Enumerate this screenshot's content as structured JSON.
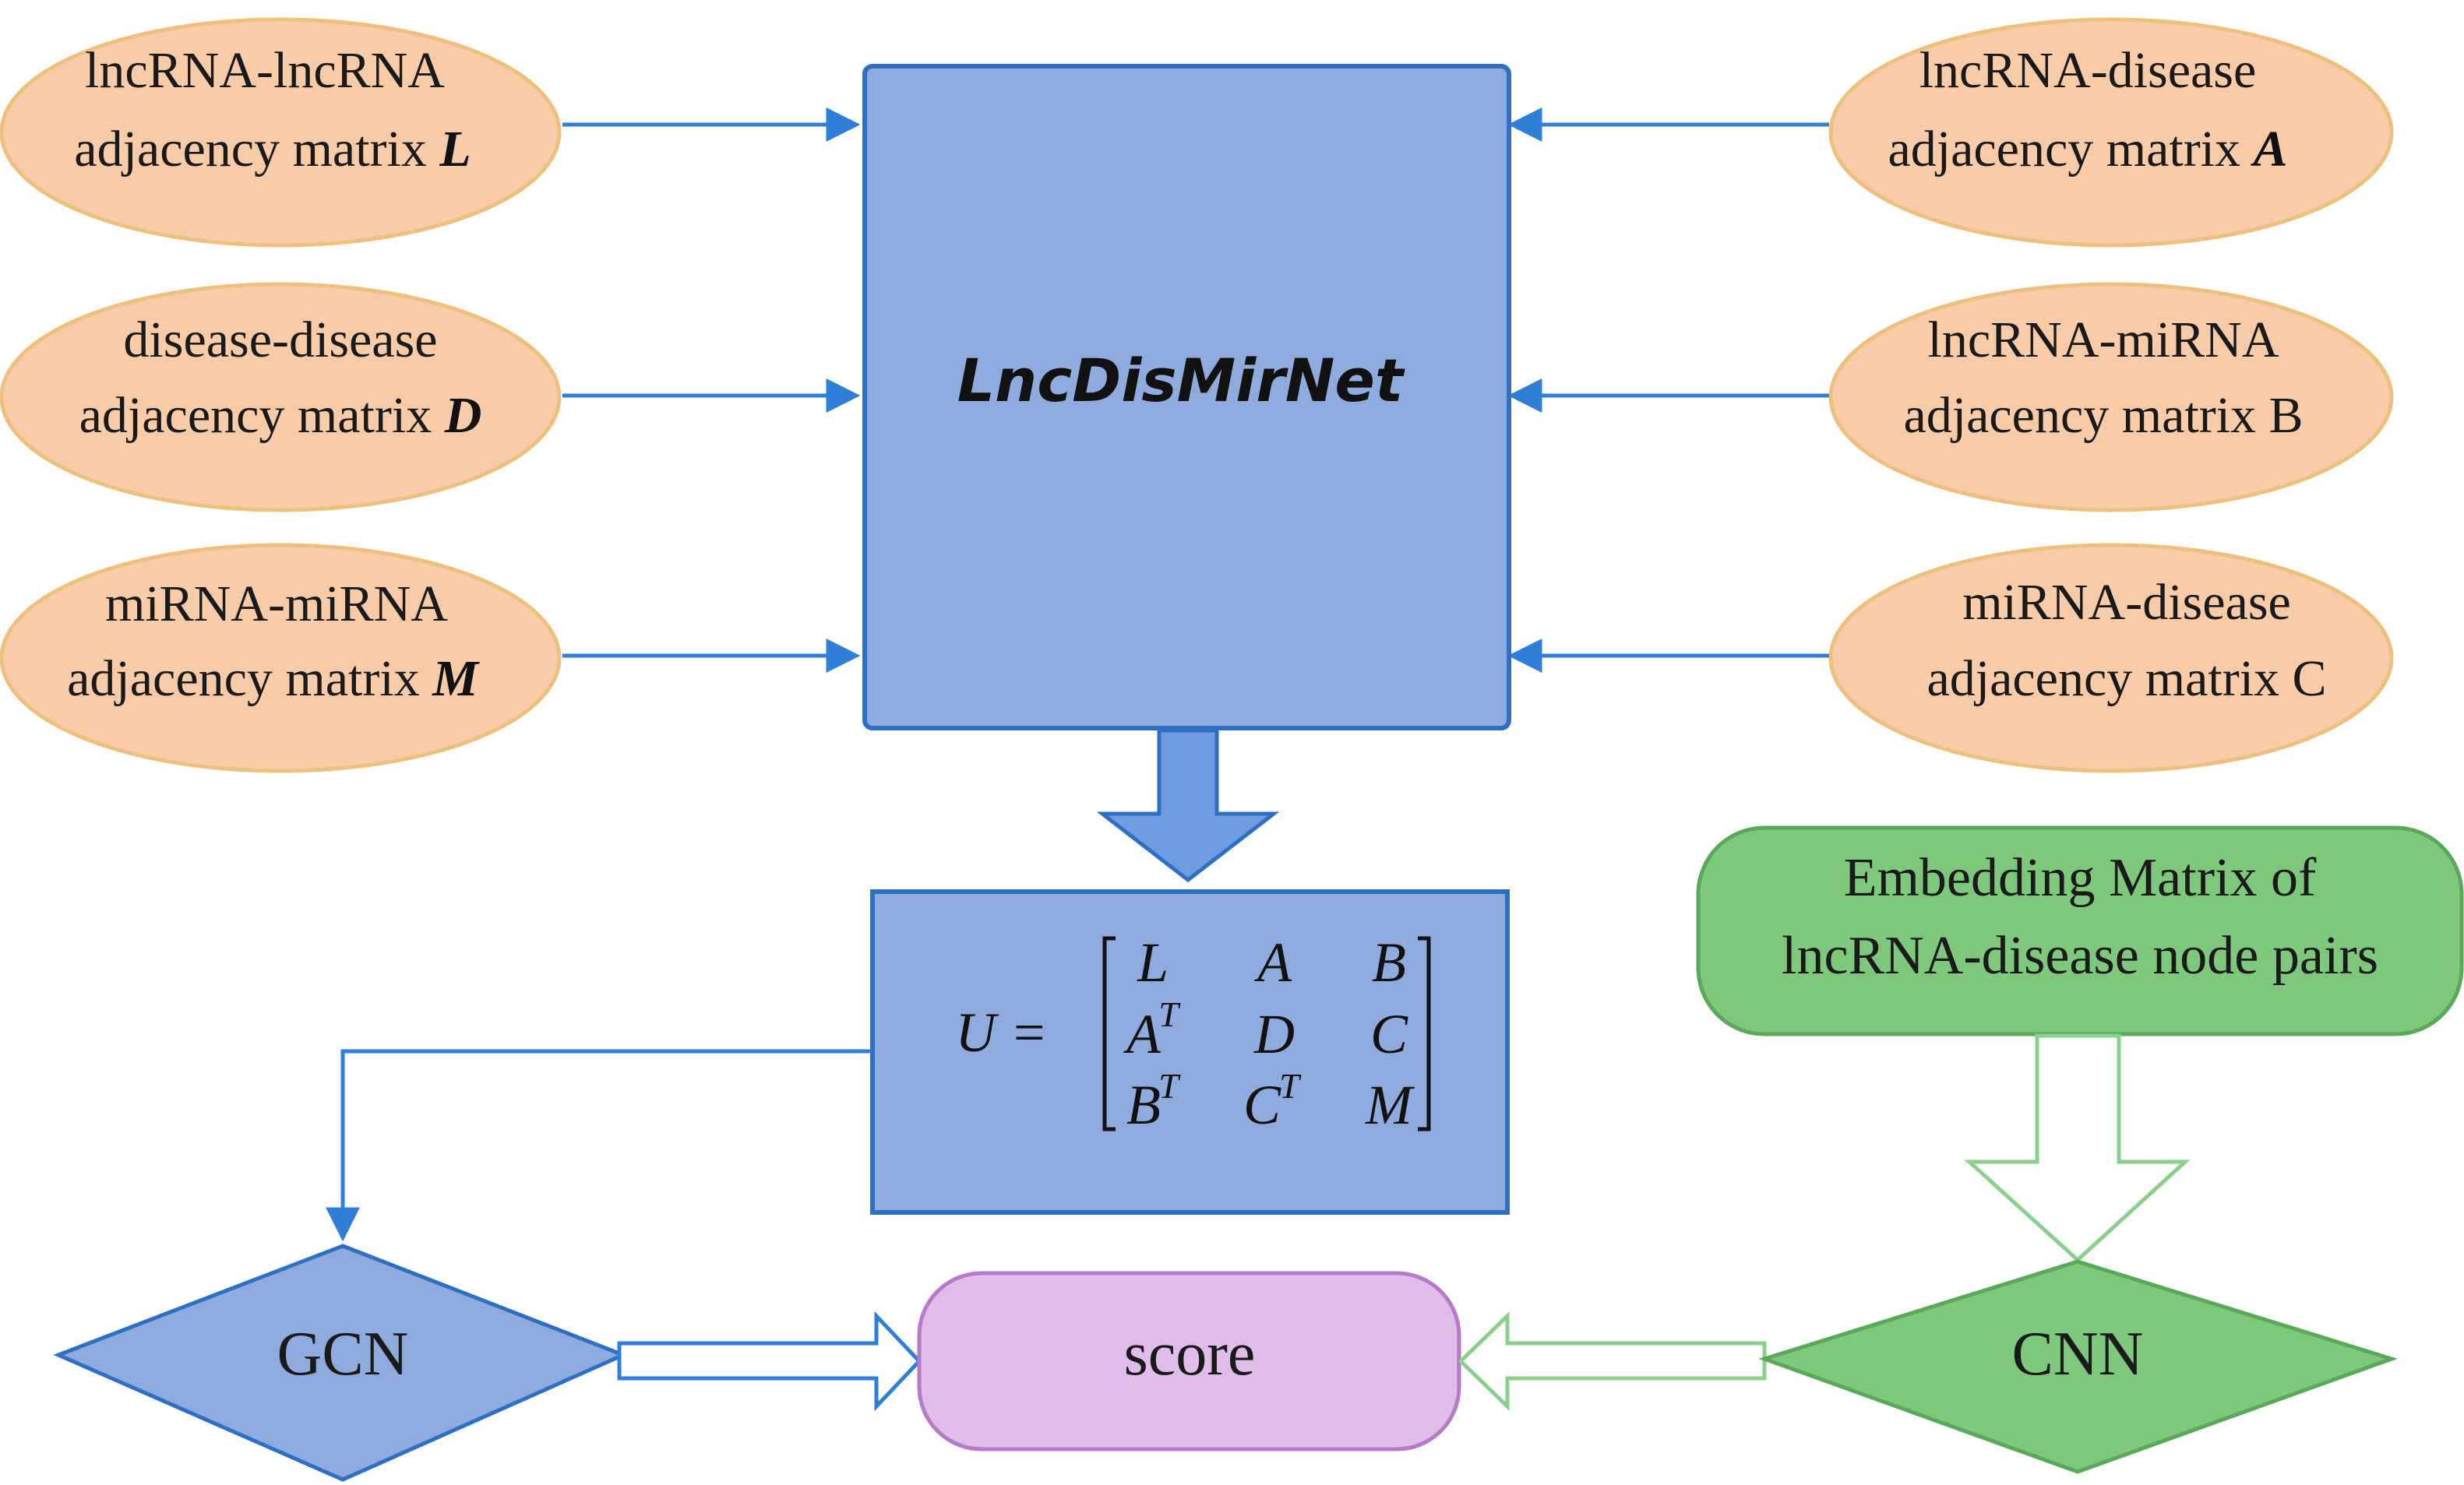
{
  "left_inputs": [
    {
      "line1": "lncRNA-lncRNA",
      "line2": "adjacency matrix",
      "symbol": "L"
    },
    {
      "line1": "disease-disease",
      "line2": "adjacency matrix",
      "symbol": "D"
    },
    {
      "line1": "miRNA-miRNA",
      "line2": "adjacency matrix",
      "symbol": "M"
    }
  ],
  "right_inputs": [
    {
      "line1": "lncRNA-disease",
      "line2": "adjacency matrix",
      "symbol": "A"
    },
    {
      "line1": "lncRNA-miRNA",
      "line2": "adjacency matrix B"
    },
    {
      "line1": "miRNA-disease",
      "line2": "adjacency matrix C"
    }
  ],
  "network": {
    "label": "LncDisMirNet"
  },
  "matrix": {
    "lhs": "U =",
    "rows": [
      [
        "L",
        "A",
        "B"
      ],
      [
        "A",
        "D",
        "C"
      ],
      [
        "B",
        "C",
        "M"
      ]
    ],
    "superscripts": [
      "T",
      "T",
      "T"
    ]
  },
  "embedding": {
    "line1": "Embedding Matrix of",
    "line2": "lncRNA-disease node pairs"
  },
  "gcn": {
    "label": "GCN"
  },
  "cnn": {
    "label": "CNN"
  },
  "score": {
    "label": "score"
  },
  "colors": {
    "ellipse_fill": "#f8cba9",
    "ellipse_stroke": "#eec07d",
    "box_fill": "#8faadd",
    "box_stroke": "#2f6fc2",
    "arrow": "#2f7fd8",
    "green_fill": "#7ec87e",
    "green_stroke": "#5aa85a",
    "score_fill": "#e0bde8",
    "score_stroke": "#b77ac9"
  }
}
